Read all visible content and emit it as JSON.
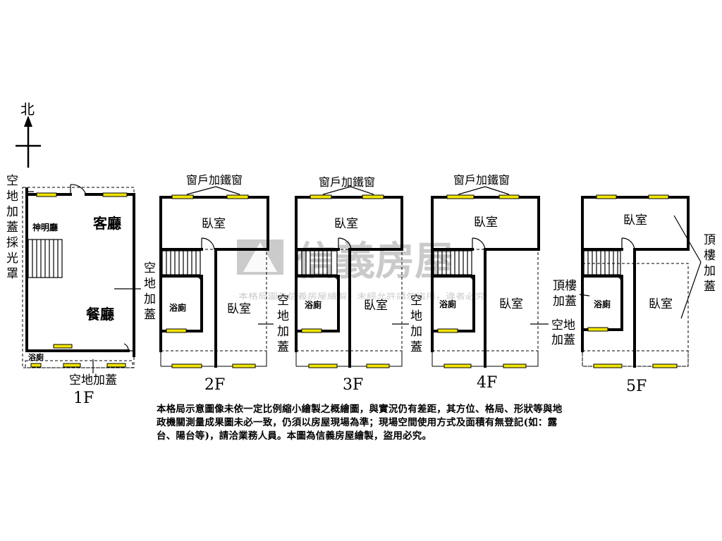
{
  "compass": {
    "north_label": "北"
  },
  "floors": {
    "f1": {
      "label": "1F",
      "rooms": {
        "shrine": "神明廳",
        "living": "客廳",
        "dining": "餐廳",
        "bath": "浴廁"
      },
      "annex_left": [
        "空",
        "地",
        "加",
        "蓋",
        "採",
        "光",
        "罩"
      ],
      "annex_right": [
        "空",
        "地",
        "加",
        "蓋"
      ],
      "annex_bottom": "空地加蓋"
    },
    "f2": {
      "label": "2F",
      "window_note": "窗戶加鐵窗",
      "rooms": {
        "bedroom_top": "臥室",
        "bedroom": "臥室",
        "bath": "浴廁"
      },
      "annex_right": [
        "空",
        "地",
        "加",
        "蓋"
      ]
    },
    "f3": {
      "label": "3F",
      "window_note": "窗戶加鐵窗",
      "rooms": {
        "bedroom_top": "臥室",
        "bedroom": "臥室",
        "bath": "浴廁"
      },
      "annex_right": [
        "空",
        "地",
        "加",
        "蓋"
      ]
    },
    "f4": {
      "label": "4F",
      "window_note": "窗戶加鐵窗",
      "rooms": {
        "bedroom_top": "臥室",
        "bedroom": "臥室",
        "bath": "浴廁"
      },
      "annex_right": [
        "空地",
        "加蓋"
      ]
    },
    "f5": {
      "label": "5F",
      "rooms": {
        "bedroom_top": "臥室",
        "bedroom": "臥室",
        "bath": "浴廁"
      },
      "roof_left": [
        "頂樓",
        "加蓋"
      ],
      "roof_right": [
        "頂",
        "樓",
        "加",
        "蓋"
      ]
    }
  },
  "watermark": {
    "brand": "信義房屋",
    "line": "本格局圖為信義房屋繪製，未經允許請勿盜用，違者必究"
  },
  "notice": "本格局示意圖像未依一定比例縮小繪製之概繪圖，與實況仍有差距，其方位、格局、形狀等與地政機關測量成果圖未必一致，仍須以房屋現場為準；現場空間使用方式及面積有無登記(如：露台、陽台等)，請洽業務人員。本圖為信義房屋繪製，盜用必究。"
}
